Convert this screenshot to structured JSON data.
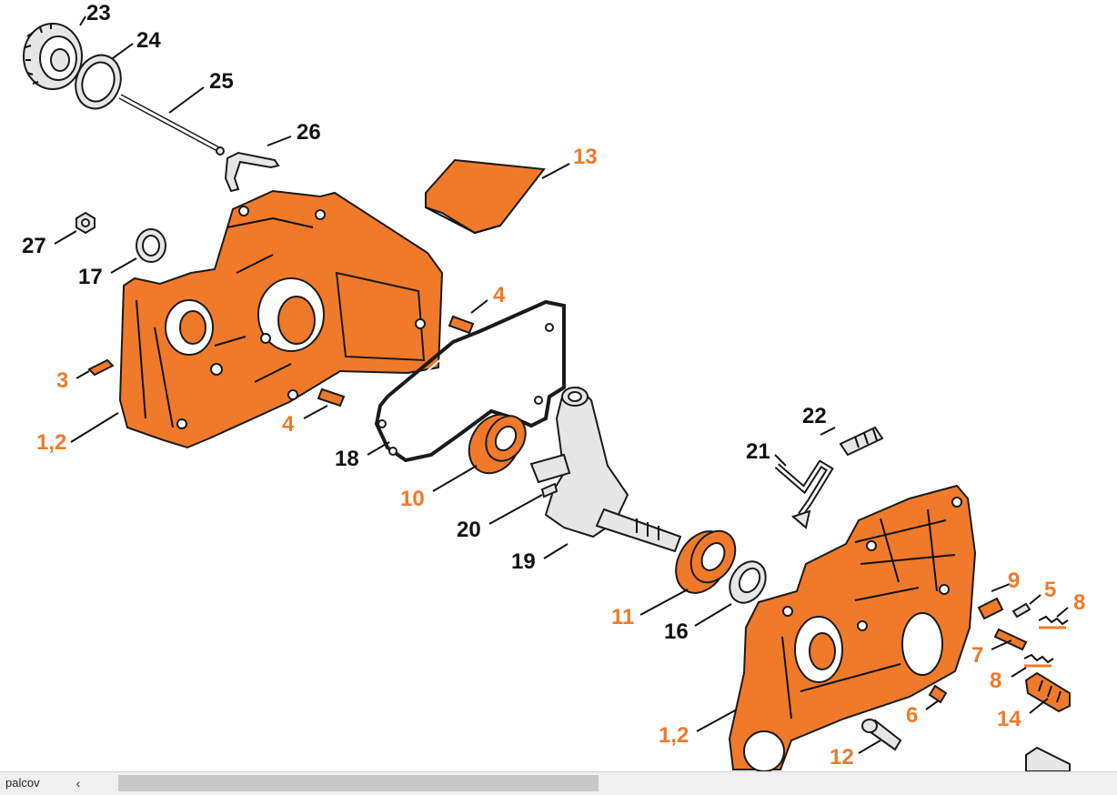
{
  "colors": {
    "accent_label": "#f07a2a",
    "part_fill": "#f07a2a",
    "label_dark": "#111111"
  },
  "callouts": [
    {
      "id": "23",
      "text": "23",
      "color": "dark"
    },
    {
      "id": "24",
      "text": "24",
      "color": "dark"
    },
    {
      "id": "25",
      "text": "25",
      "color": "dark"
    },
    {
      "id": "26",
      "text": "26",
      "color": "dark"
    },
    {
      "id": "13",
      "text": "13",
      "color": "orange"
    },
    {
      "id": "27",
      "text": "27",
      "color": "dark"
    },
    {
      "id": "17",
      "text": "17",
      "color": "dark"
    },
    {
      "id": "4a",
      "text": "4",
      "color": "orange"
    },
    {
      "id": "3",
      "text": "3",
      "color": "orange"
    },
    {
      "id": "4b",
      "text": "4",
      "color": "orange"
    },
    {
      "id": "12a",
      "text": "1,2",
      "color": "orange"
    },
    {
      "id": "22",
      "text": "22",
      "color": "dark"
    },
    {
      "id": "21",
      "text": "21",
      "color": "dark"
    },
    {
      "id": "18",
      "text": "18",
      "color": "dark"
    },
    {
      "id": "10",
      "text": "10",
      "color": "orange"
    },
    {
      "id": "20",
      "text": "20",
      "color": "dark"
    },
    {
      "id": "19",
      "text": "19",
      "color": "dark"
    },
    {
      "id": "9",
      "text": "9",
      "color": "orange"
    },
    {
      "id": "5",
      "text": "5",
      "color": "orange"
    },
    {
      "id": "8a",
      "text": "8",
      "color": "orange"
    },
    {
      "id": "11",
      "text": "11",
      "color": "orange"
    },
    {
      "id": "16",
      "text": "16",
      "color": "dark"
    },
    {
      "id": "7",
      "text": "7",
      "color": "orange"
    },
    {
      "id": "8b",
      "text": "8",
      "color": "orange"
    },
    {
      "id": "6",
      "text": "6",
      "color": "orange"
    },
    {
      "id": "14",
      "text": "14",
      "color": "orange"
    },
    {
      "id": "12b",
      "text": "1,2",
      "color": "orange"
    },
    {
      "id": "12",
      "text": "12",
      "color": "orange"
    }
  ],
  "statusbar": {
    "label": "palcov",
    "scroll_left_icon": "‹"
  }
}
